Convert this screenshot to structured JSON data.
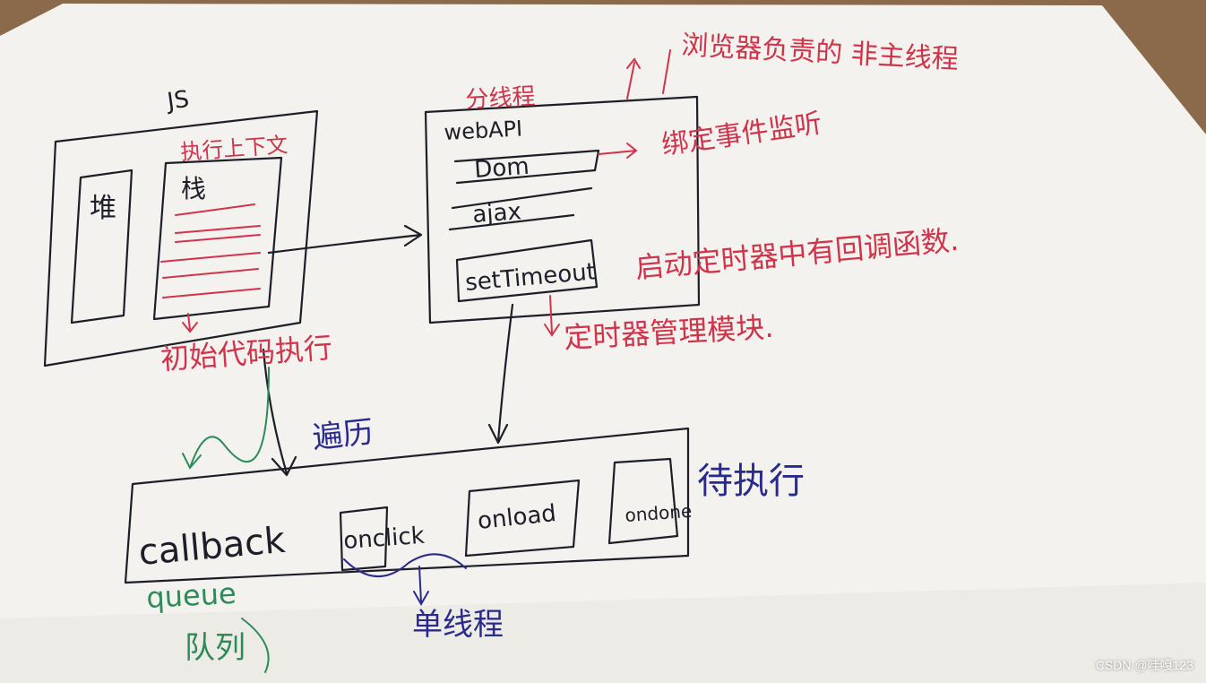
{
  "colors": {
    "ink": "#1e1e28",
    "red": "#d0334a",
    "blue": "#2a2a8c",
    "green": "#2e8a58",
    "paper": "#f3f2ee",
    "wood": "#8a6a4a"
  },
  "labels": {
    "js": "JS",
    "exec_context": "执行上下文",
    "heap": "堆",
    "stack": "栈",
    "init_exec": "初始代码执行",
    "sub_thread": "分线程",
    "browser_note": "浏览器负责的 非主线程",
    "webapi": "webAPI",
    "dom": "Dom",
    "ajax": "ajax",
    "settimeout": "setTimeout",
    "bind_event": "绑定事件监听",
    "timer_start": "启动定时器中有回调函数.",
    "timer_module": "定时器管理模块.",
    "traverse": "遍历",
    "pending": "待执行",
    "callback": "callback",
    "onclick": "onclick",
    "onload": "onload",
    "ondone": "ondone",
    "queue": "queue",
    "queue_cn": "队列",
    "single_thread": "单线程"
  },
  "watermark": "CSDN @哇嘎123"
}
